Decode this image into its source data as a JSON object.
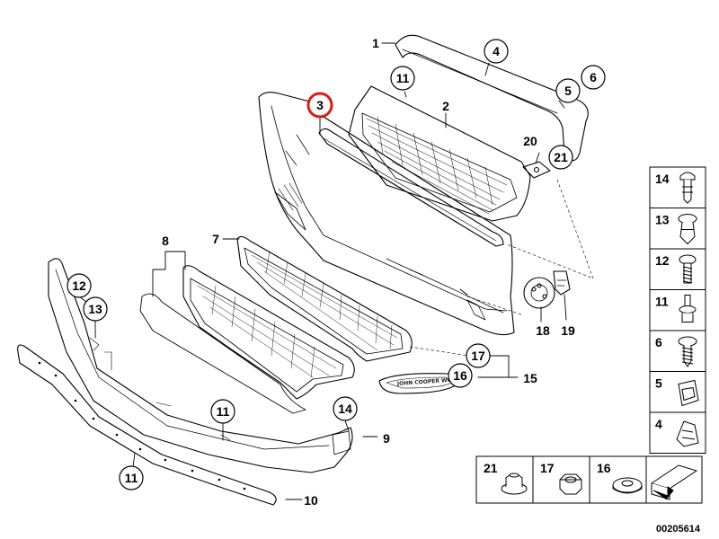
{
  "diagram": {
    "callouts": {
      "c1": "1",
      "c2": "2",
      "c3": "3",
      "c4": "4",
      "c5": "5",
      "c6": "6",
      "c7": "7",
      "c8": "8",
      "c9": "9",
      "c10": "10",
      "c11a": "11",
      "c11b": "11",
      "c11c": "11",
      "c12": "12",
      "c13": "13",
      "c14": "14",
      "c15": "15",
      "c16": "16",
      "c17": "17",
      "c18": "18",
      "c19": "19",
      "c20": "20",
      "c21": "21"
    },
    "highlight_color": "#e01818",
    "bumper_badge_text": "JOHN COOPER WORKS",
    "side_legend": [
      {
        "num": "14",
        "icon": "plastic-rivet-icon"
      },
      {
        "num": "13",
        "icon": "expanding-rivet-icon"
      },
      {
        "num": "12",
        "icon": "screw-icon"
      },
      {
        "num": "11",
        "icon": "push-rivet-icon"
      },
      {
        "num": "6",
        "icon": "self-tapping-screw-icon"
      },
      {
        "num": "5",
        "icon": "clip-nut-icon"
      },
      {
        "num": "4",
        "icon": "spring-clip-icon"
      }
    ],
    "bottom_legend": [
      {
        "num": "21",
        "icon": "collar-nut-icon"
      },
      {
        "num": "17",
        "icon": "hex-nut-icon"
      },
      {
        "num": "16",
        "icon": "washer-icon"
      }
    ],
    "drawing_number": "00205614"
  }
}
